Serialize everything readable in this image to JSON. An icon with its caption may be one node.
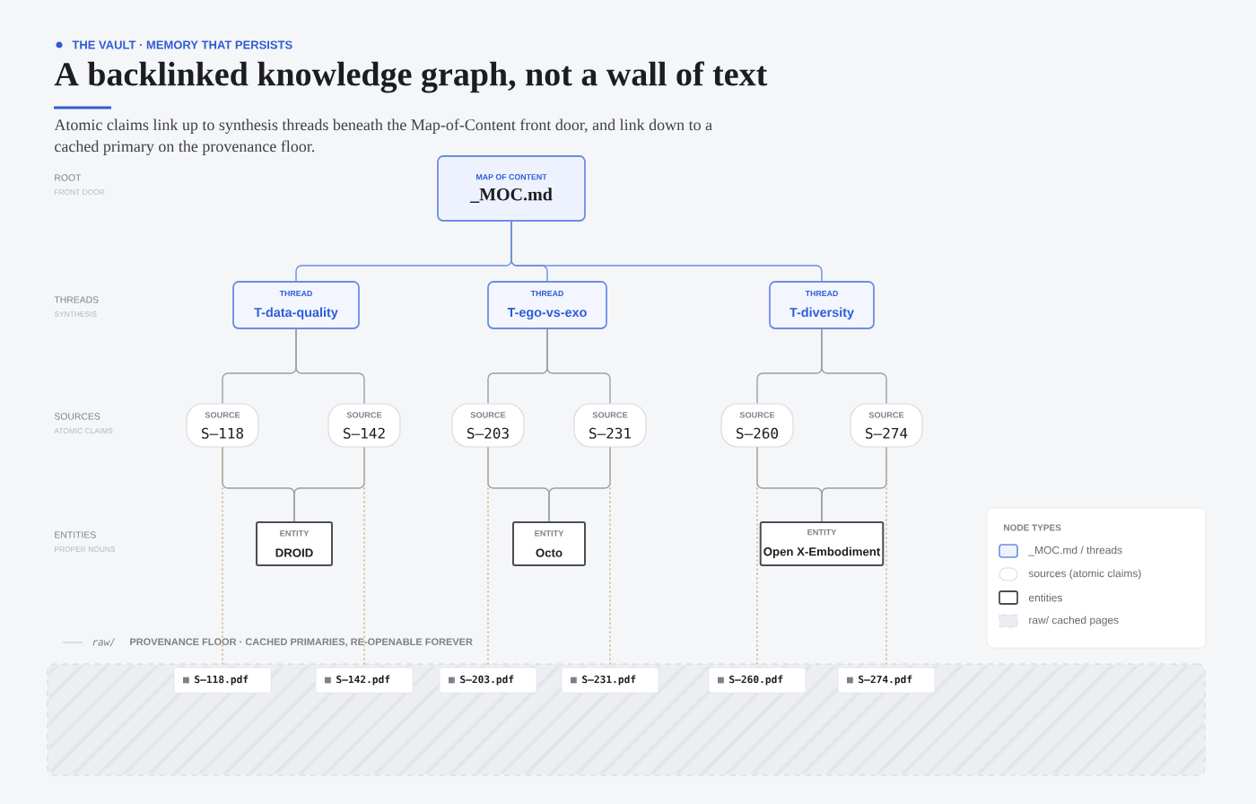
{
  "diagram": {
    "title": "A backlinked knowledge graph, not a wall of text",
    "nodes": [
      {
        "text": [
          "MAP OF CONTENT",
          "_MOC.md"
        ]
      },
      {
        "text": [
          "THREAD",
          "T-data-quality"
        ]
      },
      {
        "text": [
          "THREAD",
          "T-ego-vs-exo"
        ]
      },
      {
        "text": [
          "THREAD",
          "T-diversity"
        ]
      },
      {
        "text": [
          "SOURCE",
          "S–118"
        ]
      },
      {
        "text": [
          "SOURCE",
          "S–142"
        ]
      },
      {
        "text": [
          "SOURCE",
          "S–203"
        ]
      },
      {
        "text": [
          "SOURCE",
          "S–231"
        ]
      },
      {
        "text": [
          "SOURCE",
          "S–260"
        ]
      },
      {
        "text": [
          "SOURCE",
          "S–274"
        ]
      },
      {
        "text": [
          "ENTITY",
          "DROID"
        ]
      },
      {
        "text": [
          "ENTITY",
          "Octo"
        ]
      },
      {
        "text": [
          "ENTITY",
          "Open X-Embodiment"
        ]
      },
      {
        "text": [
          "raw/",
          "PROVENANCE FLOOR · CACHED PRIMARIES, RE-OPENABLE FOREVER"
        ]
      },
      {
        "text": [
          "S–118.pdf"
        ],
        "in": 13
      },
      {
        "text": [
          "S–142.pdf"
        ],
        "in": 13
      },
      {
        "text": [
          "S–203.pdf"
        ],
        "in": 13
      },
      {
        "text": [
          "S–231.pdf"
        ],
        "in": 13
      },
      {
        "text": [
          "S–260.pdf"
        ],
        "in": 13
      },
      {
        "text": [
          "S–274.pdf"
        ],
        "in": 13
      }
    ],
    "edges": [
      {
        "from": 0,
        "to": 1,
        "arrow": "none",
        "color": "#6b8de3"
      },
      {
        "from": 0,
        "to": 2,
        "arrow": "none",
        "color": "#6b8de3"
      },
      {
        "from": 0,
        "to": 3,
        "arrow": "none",
        "color": "#6b8de3"
      },
      {
        "from": 1,
        "to": 4,
        "arrow": "none"
      },
      {
        "from": 1,
        "to": 5,
        "arrow": "none"
      },
      {
        "from": 2,
        "to": 6,
        "arrow": "none"
      },
      {
        "from": 2,
        "to": 7,
        "arrow": "none"
      },
      {
        "from": 3,
        "to": 8,
        "arrow": "none"
      },
      {
        "from": 3,
        "to": 9,
        "arrow": "none"
      },
      {
        "from": 4,
        "to": 10,
        "arrow": "none"
      },
      {
        "from": 5,
        "to": 10,
        "arrow": "none"
      },
      {
        "from": 6,
        "to": 11,
        "arrow": "none"
      },
      {
        "from": 7,
        "to": 11,
        "arrow": "none"
      },
      {
        "from": 8,
        "to": 12,
        "arrow": "none"
      },
      {
        "from": 9,
        "to": 12,
        "arrow": "none"
      },
      {
        "from": 4,
        "to": 14,
        "arrow": "none",
        "style": "dashed",
        "color": "#c9a97a"
      },
      {
        "from": 5,
        "to": 15,
        "arrow": "none",
        "style": "dashed",
        "color": "#c9a97a"
      },
      {
        "from": 6,
        "to": 16,
        "arrow": "none",
        "style": "dashed",
        "color": "#c9a97a"
      },
      {
        "from": 7,
        "to": 17,
        "arrow": "none",
        "style": "dashed",
        "color": "#c9a97a"
      },
      {
        "from": 8,
        "to": 18,
        "arrow": "none",
        "style": "dashed",
        "color": "#c9a97a"
      },
      {
        "from": 9,
        "to": 19,
        "arrow": "none",
        "style": "dashed",
        "color": "#c9a97a"
      }
    ],
    "labels": [
      "THE VAULT · MEMORY THAT PERSISTS",
      "Atomic claims link up to synthesis threads beneath the Map-of-Content front door, and link down to a cached primary on the provenance floor.",
      "ROOT",
      "FRONT DOOR",
      "THREADS",
      "SYNTHESIS",
      "SOURCES",
      "ATOMIC CLAIMS",
      "ENTITIES",
      "PROPER NOUNS",
      "NODE TYPES"
    ],
    "legend": [
      {
        "text": "_MOC.md / threads"
      },
      {
        "text": "sources (atomic claims)"
      },
      {
        "text": "entities"
      },
      {
        "text": "raw/ cached pages"
      }
    ]
  }
}
